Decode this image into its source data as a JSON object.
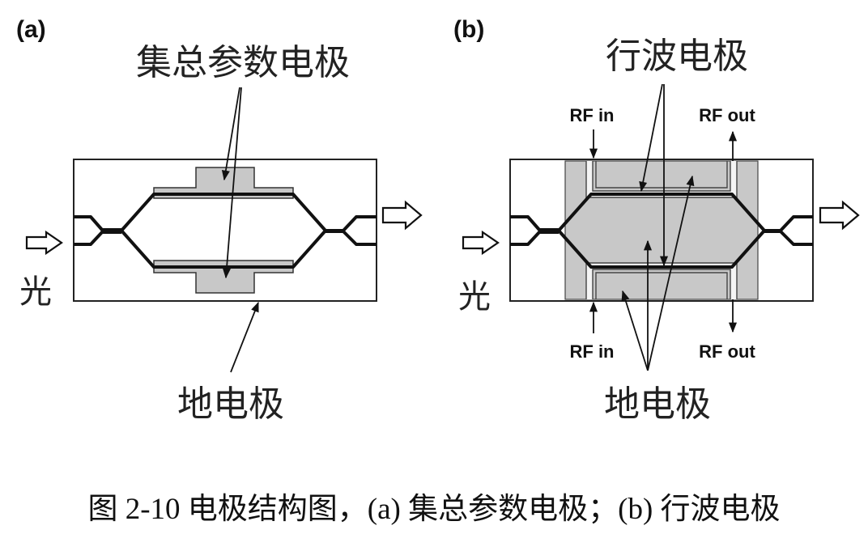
{
  "panel_a": {
    "label": "(a)",
    "lumped_electrode": "集总参数电极",
    "ground_electrode": "地电极",
    "light": "光"
  },
  "panel_b": {
    "label": "(b)",
    "traveling_wave_electrode": "行波电极",
    "ground_electrode": "地电极",
    "light": "光",
    "rf_in_top": "RF in",
    "rf_out_top": "RF out",
    "rf_in_bottom": "RF in",
    "rf_out_bottom": "RF out"
  },
  "caption": "图 2-10  电极结构图，(a) 集总参数电极；(b) 行波电极",
  "colors": {
    "electrode_fill": "#c8c8c8",
    "line": "#111111",
    "background": "#ffffff"
  }
}
